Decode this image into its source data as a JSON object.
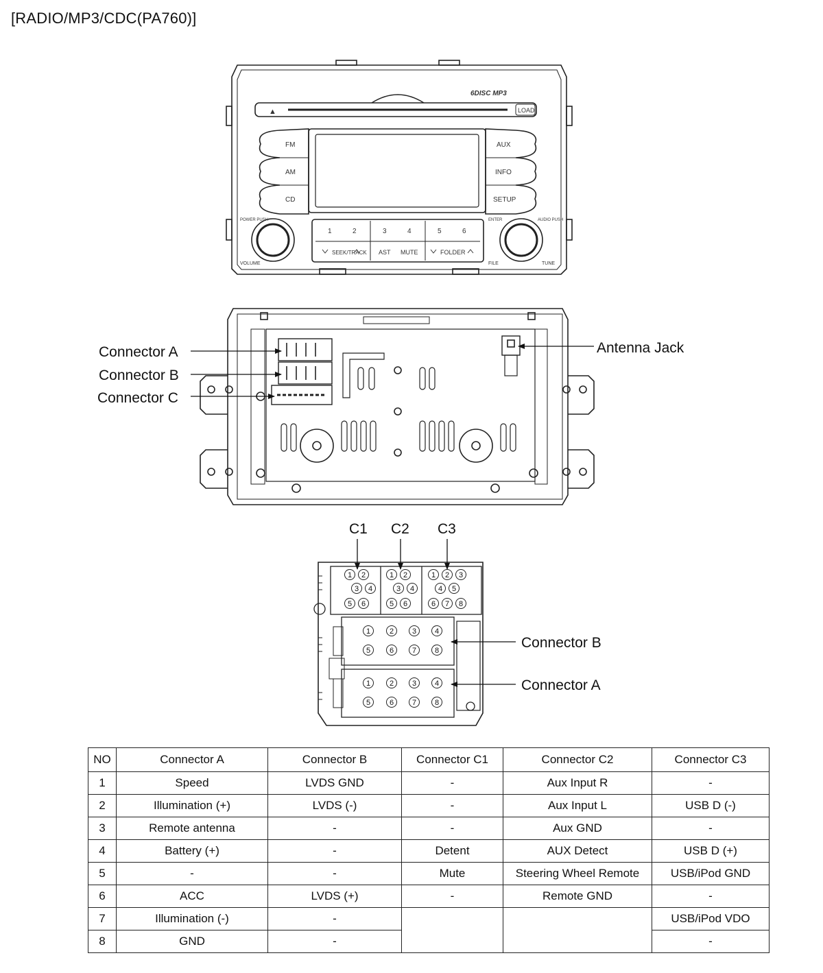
{
  "title": "[RADIO/MP3/CDC(PA760)]",
  "front_panel": {
    "logo": "6DISC MP3",
    "eject": "▲",
    "load": "LOAD",
    "left_buttons": [
      "FM",
      "AM",
      "CD"
    ],
    "right_buttons": [
      "AUX",
      "INFO",
      "SETUP"
    ],
    "presets": [
      "1",
      "2",
      "3",
      "4",
      "5",
      "6"
    ],
    "seek_track": "SEEK/TRACK",
    "ast": "AST",
    "mute": "MUTE",
    "folder": "FOLDER",
    "power_push": "POWER PUSH",
    "volume": "VOLUME",
    "enter": "ENTER",
    "audio_push": "AUDIO PUSH",
    "file": "FILE",
    "tune": "TUNE"
  },
  "rear_labels": {
    "connector_a": "Connector A",
    "connector_b": "Connector B",
    "connector_c": "Connector C",
    "antenna_jack": "Antenna Jack"
  },
  "connector_face": {
    "c1": "C1",
    "c2": "C2",
    "c3": "C3",
    "connector_b": "Connector B",
    "connector_a": "Connector A"
  },
  "table": {
    "headers": [
      "NO",
      "Connector A",
      "Connector B",
      "Connector C1",
      "Connector C2",
      "Connector C3"
    ],
    "rows": [
      [
        "1",
        "Speed",
        "LVDS GND",
        "-",
        "Aux Input R",
        "-"
      ],
      [
        "2",
        "Illumination (+)",
        "LVDS (-)",
        "-",
        "Aux Input L",
        "USB D (-)"
      ],
      [
        "3",
        "Remote antenna",
        "-",
        "-",
        "Aux GND",
        "-"
      ],
      [
        "4",
        "Battery (+)",
        "-",
        "Detent",
        "AUX Detect",
        "USB D (+)"
      ],
      [
        "5",
        "-",
        "-",
        "Mute",
        "Steering Wheel Remote",
        "USB/iPod GND"
      ],
      [
        "6",
        "ACC",
        "LVDS (+)",
        "-",
        "Remote GND",
        "-"
      ],
      [
        "7",
        "Illumination (-)",
        "-",
        "",
        "",
        "USB/iPod VDO"
      ],
      [
        "8",
        "GND",
        "-",
        "",
        "",
        "-"
      ]
    ]
  }
}
